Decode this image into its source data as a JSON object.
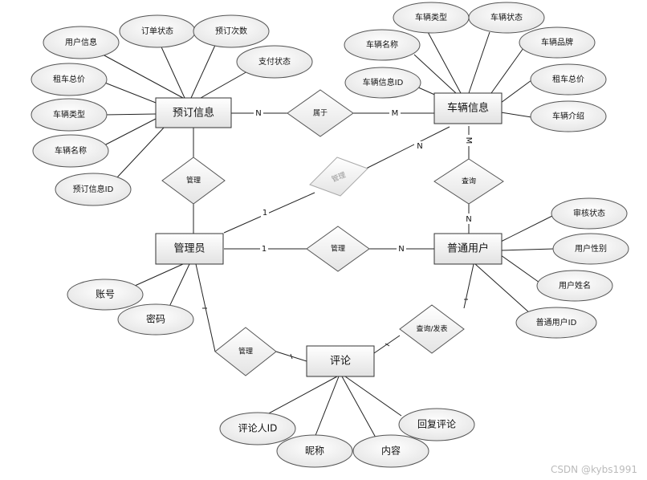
{
  "entities": {
    "booking": "预订信息",
    "vehicle": "车辆信息",
    "admin": "管理员",
    "user": "普通用户",
    "comment": "评论"
  },
  "relationships": {
    "belongs": "属于",
    "admin_booking": "管理",
    "admin_vehicle": "管理",
    "admin_user": "管理",
    "user_vehicle": "查询",
    "admin_comment": "管理",
    "user_comment": "查询/发表"
  },
  "attributes": {
    "booking": [
      "用户信息",
      "订单状态",
      "预订次数",
      "支付状态",
      "租车总价",
      "车辆类型",
      "车辆名称",
      "预订信息ID"
    ],
    "vehicle": [
      "车辆类型",
      "车辆状态",
      "车辆名称",
      "车辆品牌",
      "车辆信息ID",
      "租车总价",
      "车辆介绍"
    ],
    "admin": [
      "账号",
      "密码"
    ],
    "user": [
      "审核状态",
      "用户性别",
      "用户姓名",
      "普通用户ID"
    ],
    "comment": [
      "评论人ID",
      "昵称",
      "内容",
      "回复评论"
    ]
  },
  "cardinalities": {
    "booking_belongs": "N",
    "vehicle_belongs": "M",
    "vehicle_query": "M",
    "user_query": "N",
    "admin_manage_vehicle": "1",
    "admin_manage_user": "1",
    "user_manage": "N"
  },
  "watermark": "CSDN @kybs1991"
}
